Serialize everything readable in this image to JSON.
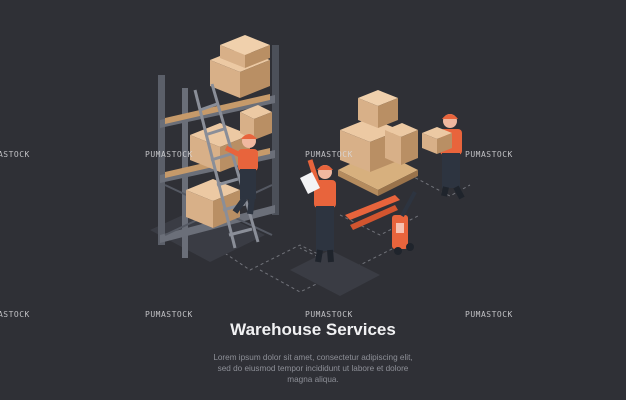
{
  "title": "Warehouse Services",
  "description": "Lorem ipsum dolor sit amet, consectetur adipiscing elit, sed do eiusmod tempor incididunt ut labore et dolore magna aliqua.",
  "watermark": "PUMASTOCK",
  "colors": {
    "background": "#2f3036",
    "box": "#dcb48b",
    "box_dark": "#b98f64",
    "shelf": "#5b5f69",
    "uniform": "#2d3440",
    "accent": "#e8643c"
  },
  "icons": [
    "shelf-rack",
    "ladder",
    "cardboard-box",
    "pallet",
    "pallet-jack",
    "worker",
    "clipboard"
  ]
}
